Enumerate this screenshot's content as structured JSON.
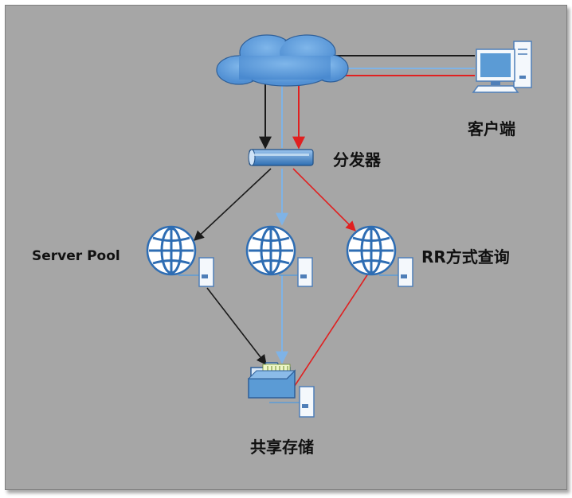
{
  "labels": {
    "client": "客户端",
    "dispatcher": "分发器",
    "server_pool": "Server Pool",
    "rr_query": "RR方式查询",
    "shared_storage": "共享存储"
  },
  "colors": {
    "background": "#a6a6a6",
    "line_black": "#1a1a1a",
    "line_red": "#e02020",
    "line_blue": "#7fb3e6",
    "node_blue": "#5b9bd5"
  }
}
